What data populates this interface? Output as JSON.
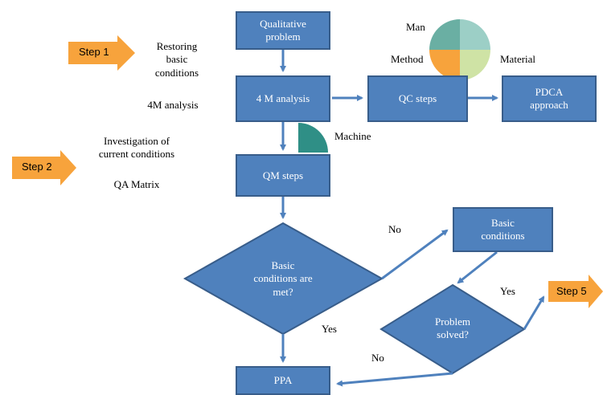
{
  "boxes": {
    "qualitative": "Qualitative\nproblem",
    "analysis": "4 M analysis",
    "qc": "QC steps",
    "pdca": "PDCA\napproach",
    "qm": "QM steps",
    "basic": "Basic\nconditions",
    "ppa": "PPA"
  },
  "diamonds": {
    "met": "Basic\nconditions are\nmet?",
    "solved": "Problem\nsolved?"
  },
  "steps": {
    "step1": "Step 1",
    "step2": "Step 2",
    "step5": "Step 5"
  },
  "notes": {
    "restoring": "Restoring\nbasic\nconditions",
    "analysis4m": "4M analysis",
    "investigation": "Investigation of\ncurrent conditions",
    "qa_matrix": "QA Matrix"
  },
  "four_m": {
    "man": "Man",
    "method": "Method",
    "material": "Material",
    "machine": "Machine"
  },
  "edges": {
    "no_top": "No",
    "yes_right": "Yes",
    "yes_down": "Yes",
    "no_bottom": "No"
  },
  "colors": {
    "box_fill": "#4f81bd",
    "box_border": "#385d8a",
    "step_arrow": "#f7a33c",
    "man": "#6aafa3",
    "method": "#f7a33c",
    "material": "#cfe3a5",
    "machine": "#2f8f86"
  }
}
